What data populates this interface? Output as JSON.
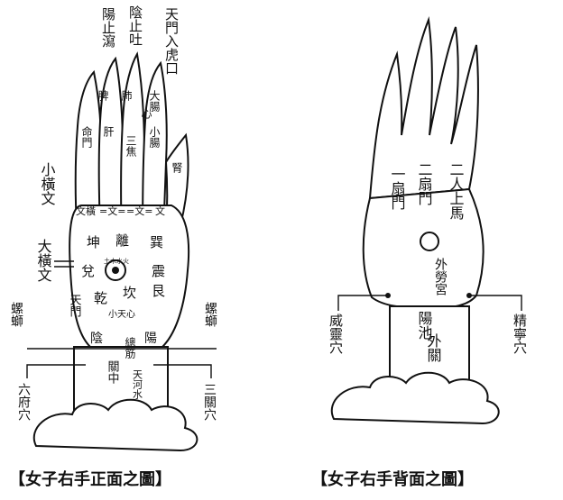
{
  "front": {
    "caption": "【女子右手正面之圖】",
    "top_labels": [
      {
        "id": "yang-zhi-xie",
        "text": "陽止瀉"
      },
      {
        "id": "yin-zhi-tu",
        "text": "陰止吐"
      },
      {
        "id": "tianmen-hukou",
        "text": "天門入虎口"
      }
    ],
    "finger_labels": [
      {
        "id": "pi",
        "text": "脾"
      },
      {
        "id": "ming-men",
        "text": "命門"
      },
      {
        "id": "fei",
        "text": "肺"
      },
      {
        "id": "gan",
        "text": "肝"
      },
      {
        "id": "xin",
        "text": "心"
      },
      {
        "id": "san-jiao",
        "text": "三焦"
      },
      {
        "id": "da-chang",
        "text": "大腸"
      },
      {
        "id": "xiao-chang",
        "text": "小腸"
      },
      {
        "id": "shen",
        "text": "腎"
      },
      {
        "id": "wen-heng-1",
        "text": "文橫"
      },
      {
        "id": "wen-eq-1",
        "text": "=文="
      },
      {
        "id": "wen-eq-2",
        "text": "=文="
      },
      {
        "id": "wen-small",
        "text": "文"
      }
    ],
    "side_labels": [
      {
        "id": "xiao-heng-wen",
        "text": "小橫文"
      },
      {
        "id": "da-heng-wen",
        "text": "大橫文"
      },
      {
        "id": "luo-si-left",
        "text": "螺螄"
      },
      {
        "id": "luo-si-right",
        "text": "螺螄"
      },
      {
        "id": "liu-fu-xue",
        "text": "六府穴"
      },
      {
        "id": "san-guan-xue",
        "text": "三關穴"
      }
    ],
    "palm_labels": [
      {
        "id": "kun",
        "text": "坤"
      },
      {
        "id": "li",
        "text": "離"
      },
      {
        "id": "xun",
        "text": "巽"
      },
      {
        "id": "dui",
        "text": "兌"
      },
      {
        "id": "zhen",
        "text": "震"
      },
      {
        "id": "tian-men",
        "text": "天門"
      },
      {
        "id": "qian",
        "text": "乾"
      },
      {
        "id": "kan",
        "text": "坎"
      },
      {
        "id": "gen",
        "text": "艮"
      },
      {
        "id": "xiao-tian-xin",
        "text": "小天心"
      },
      {
        "id": "yin",
        "text": "陰"
      },
      {
        "id": "yang",
        "text": "陽"
      },
      {
        "id": "zong-jin",
        "text": "總筋"
      },
      {
        "id": "guan-zhong",
        "text": "關中"
      },
      {
        "id": "tian-he-shui",
        "text": "天河水"
      },
      {
        "id": "center-small",
        "text": "土木水火"
      }
    ]
  },
  "back": {
    "caption": "【女子右手背面之圖】",
    "finger_labels": [
      {
        "id": "er-ren-shang-ma",
        "text": "二人上馬"
      },
      {
        "id": "er-shan-men",
        "text": "二扇門"
      },
      {
        "id": "yi-shan-men",
        "text": "一扇門"
      }
    ],
    "palm_labels": [
      {
        "id": "wai-lao-gong",
        "text": "外勞宮"
      },
      {
        "id": "yang-chi",
        "text": "陽池"
      },
      {
        "id": "wai-guan",
        "text": "外關"
      }
    ],
    "side_labels": [
      {
        "id": "wei-ling-xue",
        "text": "威靈穴"
      },
      {
        "id": "jing-ning-xue",
        "text": "精寧穴"
      }
    ]
  }
}
